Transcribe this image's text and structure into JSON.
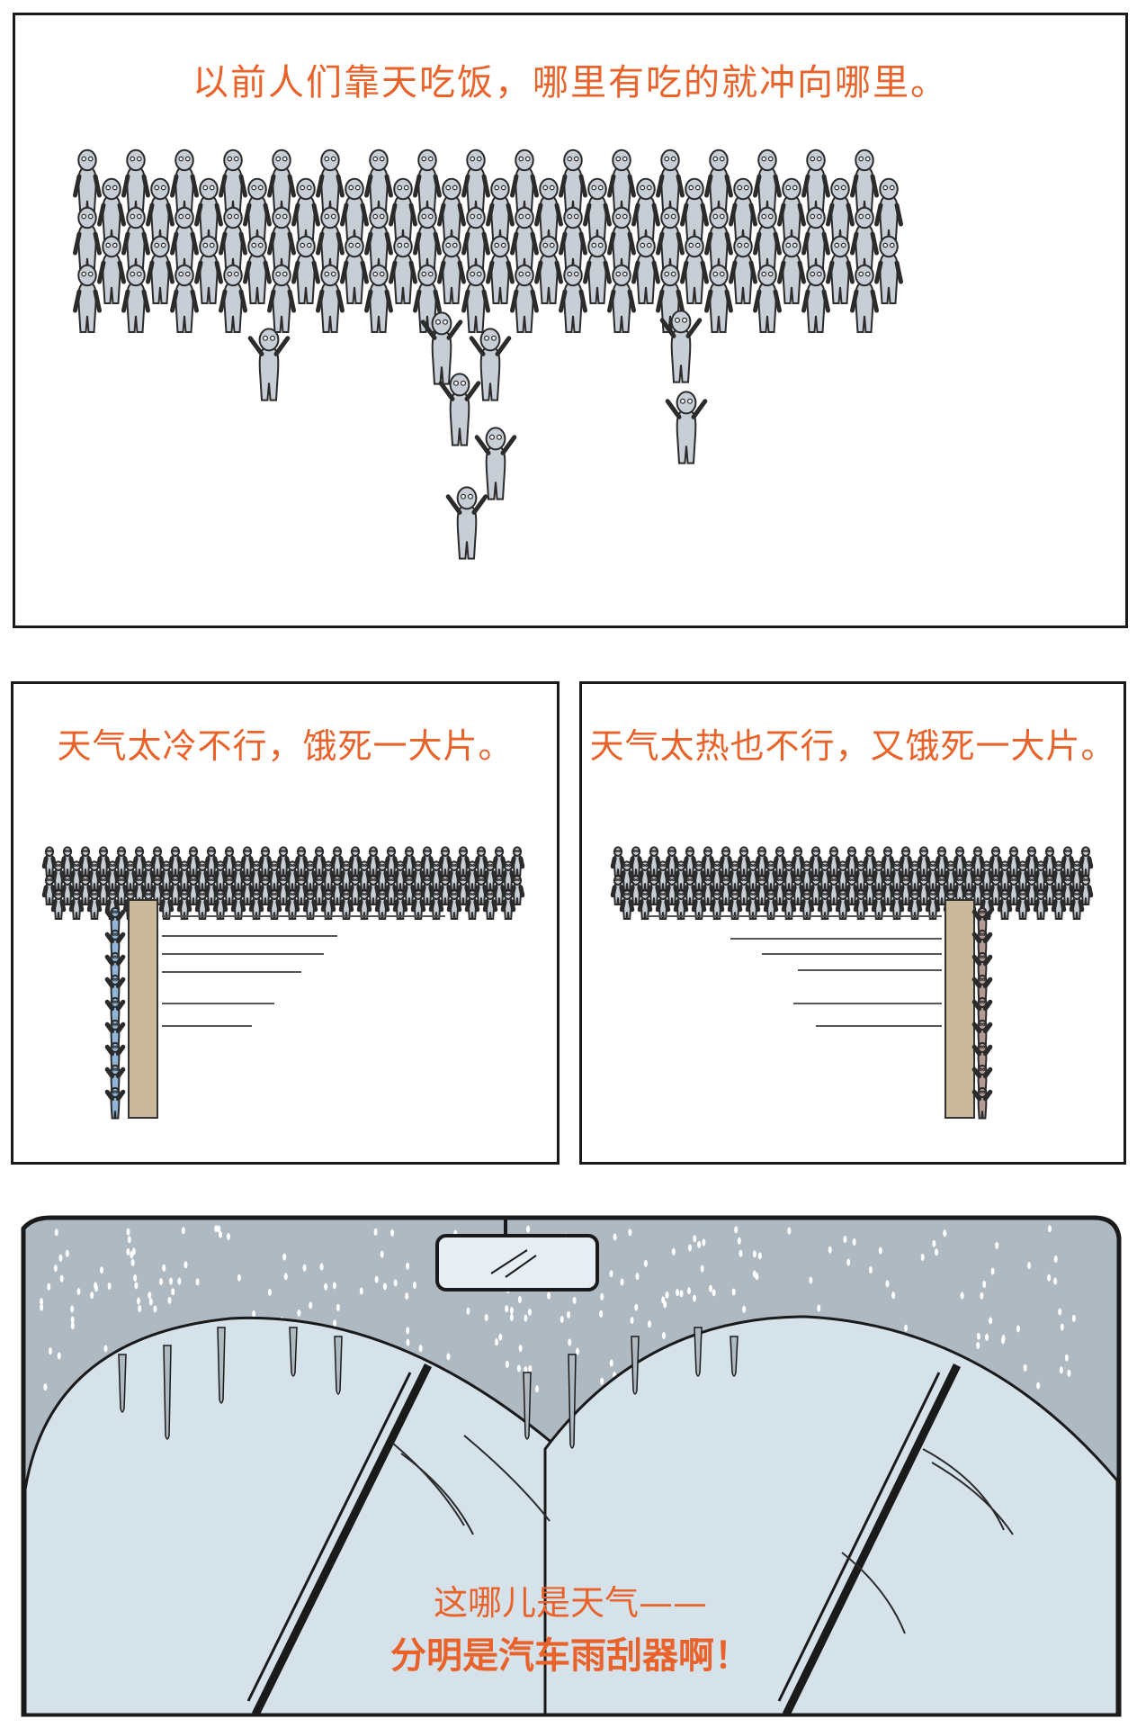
{
  "panels": {
    "panel1": {
      "caption": "以前人们靠天吃饭，哪里有吃的就冲向哪里。"
    },
    "panel2": {
      "caption": "天气太冷不行，饿死一大片。"
    },
    "panel3": {
      "caption": "天气太热也不行，又饿死一大片。"
    },
    "panel4": {
      "line1": "这哪儿是天气——",
      "line2": "分明是汽车雨刮器啊！"
    }
  },
  "colors": {
    "caption": "#e8622a",
    "figure_gray": "#c7ced6",
    "figure_blue": "#8fb6d8",
    "figure_brown": "#b59a93",
    "windshield": "#d6e2ea",
    "frame_gray": "#aeb9c2",
    "wall": "#c9b89a"
  }
}
